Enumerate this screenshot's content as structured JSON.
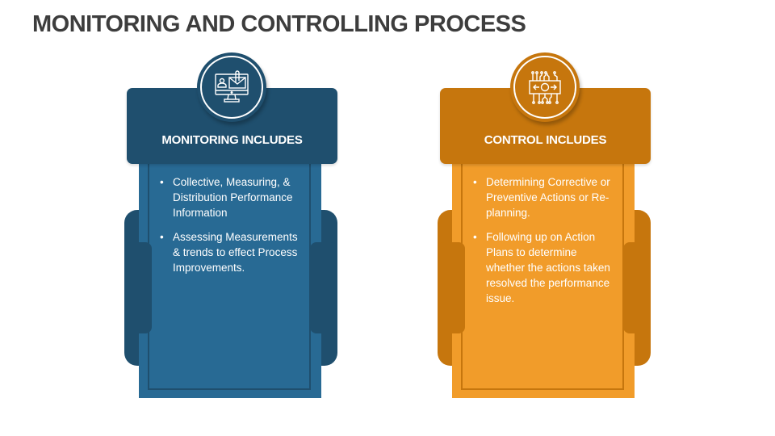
{
  "title": "MONITORING AND CONTROLLING PROCESS",
  "colors": {
    "monitoring_dark": "#1f4f6e",
    "monitoring_mid": "#286a94",
    "control_dark": "#c6760d",
    "control_mid": "#f19c2a"
  },
  "cards": [
    {
      "icon": "computer-monitor-mail-icon",
      "heading": "MONITORING INCLUDES",
      "points": [
        "Collective, Measuring, & Distribution Performance Information",
        "Assessing Measurements & trends to effect Process Improvements."
      ]
    },
    {
      "icon": "circuit-control-arrows-icon",
      "heading": "CONTROL INCLUDES",
      "points": [
        "Determining Corrective or Preventive Actions or Re-planning.",
        "Following up on Action Plans to determine whether the actions taken resolved the performance issue."
      ]
    }
  ],
  "bullet": "•"
}
